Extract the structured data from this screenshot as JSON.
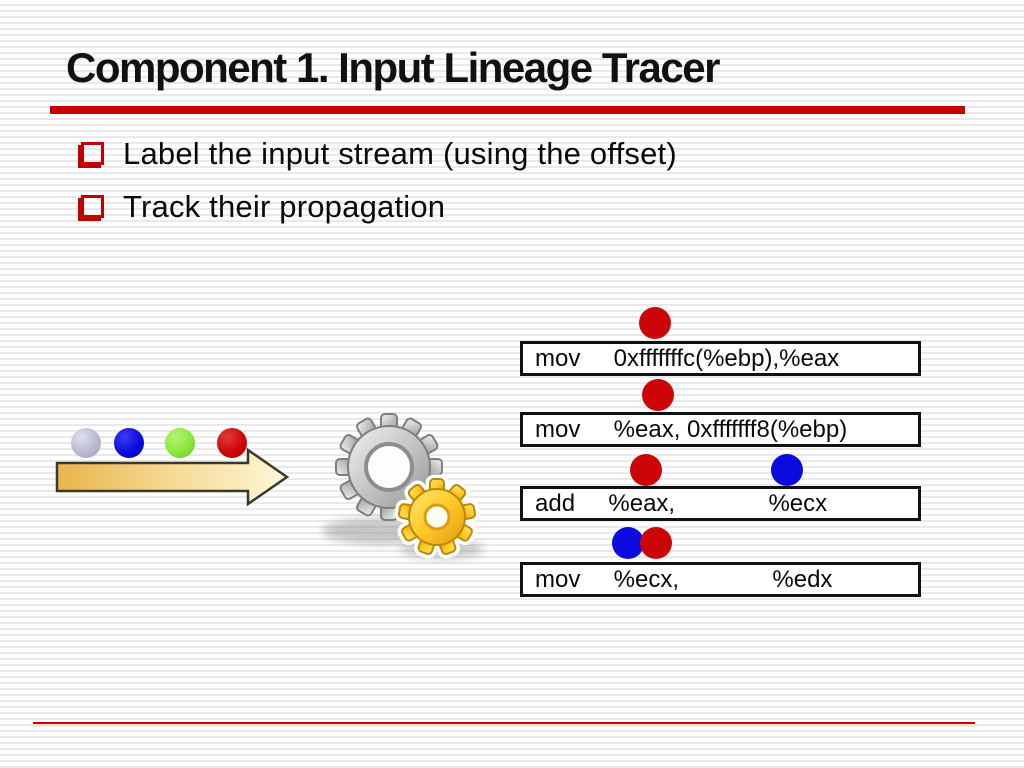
{
  "slide": {
    "title": "Component 1. Input Lineage Tracer",
    "bullets": [
      "Label the input stream (using the offset)",
      "Track their propagation"
    ]
  },
  "diagram": {
    "stream_dots": [
      "lavender",
      "blue",
      "green",
      "red"
    ],
    "instructions": [
      {
        "text": "mov     0xfffffffc(%ebp),%eax",
        "taint_dots": [
          "red"
        ]
      },
      {
        "text": "mov     %eax, 0xfffffff8(%ebp)",
        "taint_dots": [
          "red"
        ]
      },
      {
        "text": "add     %eax,              %ecx",
        "taint_dots": [
          "red",
          "blue"
        ]
      },
      {
        "text": "mov     %ecx,              %edx",
        "taint_dots": [
          "blue",
          "red"
        ]
      }
    ]
  },
  "colors": {
    "accent_red": "#cc0000",
    "taint_red": "#cc0606",
    "taint_blue": "#0b0bdf",
    "stream_lavender": "#b6b6ce",
    "stream_green": "#8ce63c",
    "arrow_gradient_start": "#e9b54c",
    "arrow_gradient_end": "#fdf7d8",
    "gear_silver": "#c9c9c9",
    "gear_gold": "#ffc928",
    "stripe_gray": "#e9e9ec"
  }
}
